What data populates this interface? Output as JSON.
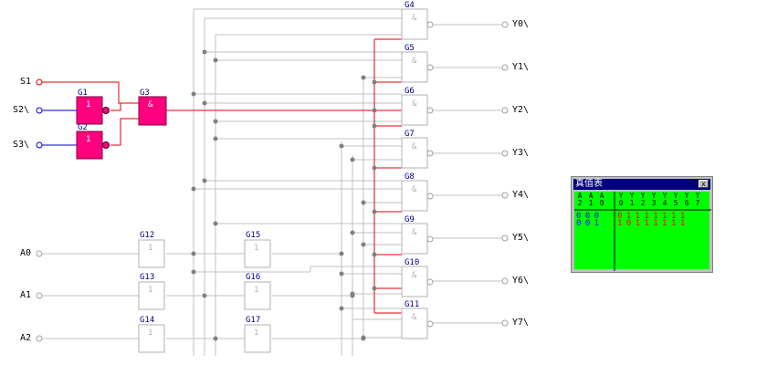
{
  "inputs": {
    "s1": "S1",
    "s2": "S2\\",
    "s3": "S3\\",
    "a0": "A0",
    "a1": "A1",
    "a2": "A2"
  },
  "outputs": [
    "Y0\\",
    "Y1\\",
    "Y2\\",
    "Y3\\",
    "Y4\\",
    "Y5\\",
    "Y6\\",
    "Y7\\"
  ],
  "gates": {
    "g1": {
      "name": "G1",
      "symbol": "1"
    },
    "g2": {
      "name": "G2",
      "symbol": "1"
    },
    "g3": {
      "name": "G3",
      "symbol": "&"
    },
    "g12": {
      "name": "G12",
      "symbol": "1"
    },
    "g13": {
      "name": "G13",
      "symbol": "1"
    },
    "g14": {
      "name": "G14",
      "symbol": "1"
    },
    "g15": {
      "name": "G15",
      "symbol": "1"
    },
    "g16": {
      "name": "G16",
      "symbol": "1"
    },
    "g17": {
      "name": "G17",
      "symbol": "1"
    },
    "and_gates": [
      "G4",
      "G5",
      "G6",
      "G7",
      "G8",
      "G9",
      "G10",
      "G11"
    ],
    "and_symbol": "&"
  },
  "truth_table": {
    "title": "真值表",
    "close": "x",
    "input_headers": [
      [
        "A",
        "2"
      ],
      [
        "A",
        "1"
      ],
      [
        "A",
        "0"
      ]
    ],
    "output_headers": [
      [
        "Y",
        "0"
      ],
      [
        "Y",
        "1"
      ],
      [
        "Y",
        "2"
      ],
      [
        "Y",
        "3"
      ],
      [
        "Y",
        "4"
      ],
      [
        "Y",
        "5"
      ],
      [
        "Y",
        "6"
      ],
      [
        "Y",
        "7"
      ]
    ],
    "rows": [
      {
        "inputs": "0 0 0",
        "outputs": "0 1 1 1 1 1 1 1"
      },
      {
        "inputs": "0 0 1",
        "outputs": "1 0 1 1 1 1 1 1"
      }
    ]
  },
  "colors": {
    "active_wire": "#e00000",
    "inactive_wire": "#c0c0c0",
    "active_gate": "#ff007f",
    "input_wire": "#0000cc",
    "node": "#808080",
    "table_bg": "#00ff00",
    "input_row_text": "#0000ff",
    "output_row_text": "#ff0000"
  }
}
